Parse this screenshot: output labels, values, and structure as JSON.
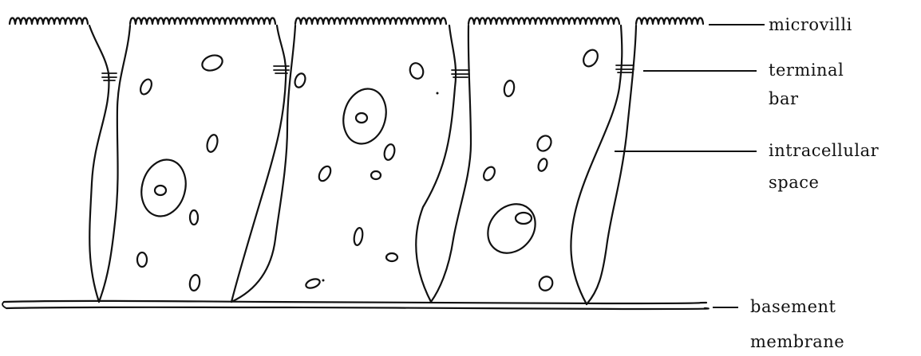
{
  "labels": {
    "microvilli": "microvilli",
    "terminal_bar_1": "terminal",
    "terminal_bar_2": "bar",
    "intracellular_space_1": "intracellular",
    "intracellular_space_2": "space",
    "basement_membrane_1": "basement",
    "basement_membrane_2": "membrane"
  }
}
